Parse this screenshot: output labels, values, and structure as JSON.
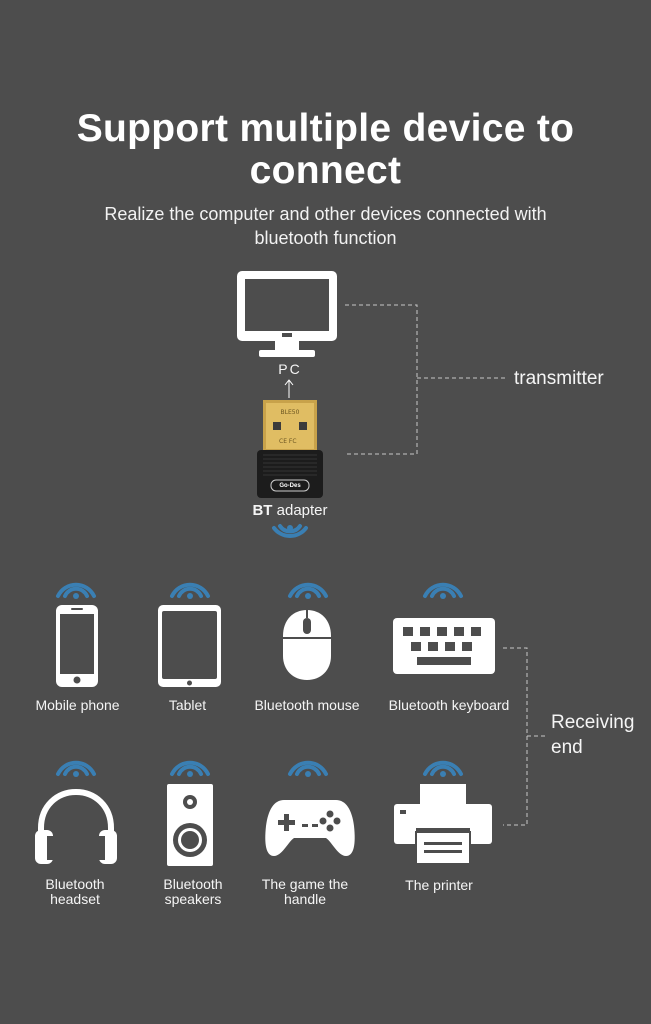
{
  "header": {
    "title_line1": "Support multiple device to",
    "title_line2": "connect",
    "subtitle_line1": "Realize the computer and other devices connected with",
    "subtitle_line2": "bluetooth function"
  },
  "transmitter": {
    "pc_label": "PC",
    "adapter_label_bold": "BT",
    "adapter_label_rest": " adapter",
    "side_label": "transmitter",
    "adapter_brand": "Go-Des"
  },
  "receivers": {
    "side_label_line1": "Receiving",
    "side_label_line2": "end",
    "row1": [
      {
        "label": "Mobile phone",
        "icon": "mobile-phone-icon"
      },
      {
        "label": "Tablet",
        "icon": "tablet-icon"
      },
      {
        "label": "Bluetooth mouse",
        "icon": "mouse-icon"
      },
      {
        "label": "Bluetooth keyboard",
        "icon": "keyboard-icon"
      }
    ],
    "row2": [
      {
        "label_line1": "Bluetooth",
        "label_line2": "headset",
        "icon": "headset-icon"
      },
      {
        "label_line1": "Bluetooth",
        "label_line2": "speakers",
        "icon": "speaker-icon"
      },
      {
        "label_line1": "The game the",
        "label_line2": "handle",
        "icon": "gamepad-icon"
      },
      {
        "label_line1": "The printer",
        "label_line2": "",
        "icon": "printer-icon"
      }
    ]
  },
  "colors": {
    "background": "#4d4d4d",
    "icon_white": "#ffffff",
    "wifi_blue": "#3a7fb3",
    "connector_line": "#c8c8c8",
    "usb_gold": "#c8a24a"
  }
}
